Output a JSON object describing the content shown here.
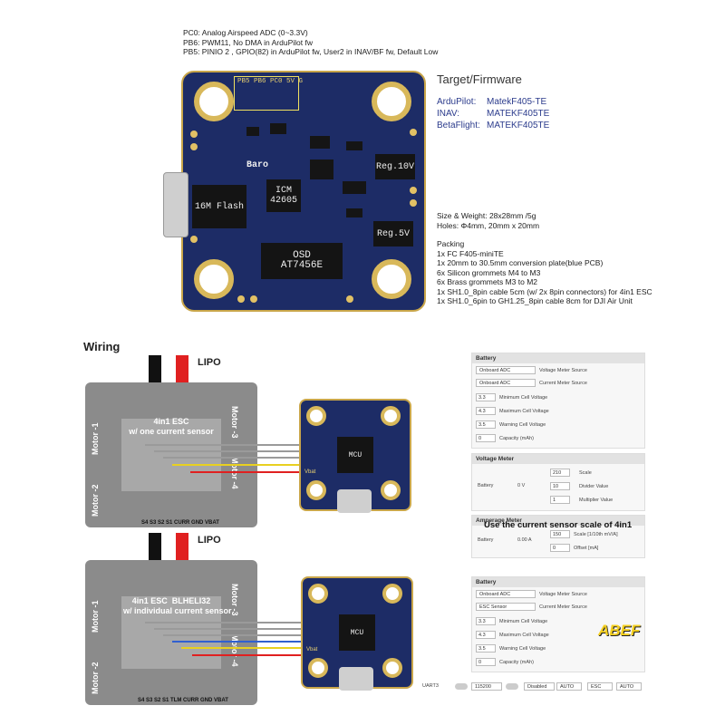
{
  "pin_notes": [
    "PC0: Analog Airspeed ADC (0~3.3V)",
    "PB6: PWM11, No DMA in ArduPilot fw",
    "PB5: PINIO 2 , GPIO(82) in ArduPilot fw, User2 in INAV/BF fw, Default Low"
  ],
  "board": {
    "pin_header": "PB5 PB6 PC0 5V G",
    "chips": {
      "baro": "Baro",
      "flash": "16M Flash",
      "imu": "ICM\n42605",
      "osd": "OSD\nAT7456E",
      "reg10": "Reg.10V",
      "reg5": "Reg.5V"
    }
  },
  "firmware": {
    "heading": "Target/Firmware",
    "rows": [
      {
        "key": "ArduPilot:",
        "value": "MatekF405-TE"
      },
      {
        "key": "INAV:",
        "value": "MATEKF405TE"
      },
      {
        "key": "BetaFlight:",
        "value": "MATEKF405TE"
      }
    ]
  },
  "specs": {
    "size_weight": "Size & Weight: 28x28mm /5g",
    "holes": "Holes: Φ4mm, 20mm x 20mm",
    "packing_title": "Packing",
    "packing": [
      "1x FC F405-miniTE",
      "1x 20mm to 30.5mm conversion plate(blue PCB)",
      "6x Silicon grommets M4 to M3",
      "6x Brass grommets M3 to M2",
      "1x SH1.0_8pin cable 5cm (w/ 2x 8pin connectors) for 4in1 ESC",
      "1x SH1.0_6pin to GH1.25_8pin cable 8cm for DJI Air Unit"
    ]
  },
  "wiring": {
    "heading": "Wiring",
    "lipo": "LIPO",
    "minus": "–",
    "plus": "+",
    "motors": [
      "Motor -1",
      "Motor -2",
      "Motor -3",
      "Motor -4"
    ],
    "esc1_label": "4in1 ESC\nw/ one current sensor",
    "esc2_label": "4in1 ESC  BLHELI32\nw/ individual current sensor",
    "esc1_pins": "S4 S3 S2 S1 CURR GND VBAT",
    "esc2_pins": "S4 S3 S2 S1 TLM CURR GND VBAT",
    "fc_label": "MCU",
    "fc_vbat": "Vbat",
    "current_scale_note": "Use the current sensor scale of 4in1",
    "watermark": "ABEF"
  },
  "config1": {
    "battery": {
      "title": "Battery",
      "rows": [
        {
          "value": "Onboard ADC",
          "label": "Voltage Meter Source"
        },
        {
          "value": "Onboard ADC",
          "label": "Current Meter Source"
        },
        {
          "value": "3.3",
          "label": "Minimum Cell Voltage"
        },
        {
          "value": "4.3",
          "label": "Maximum Cell Voltage"
        },
        {
          "value": "3.5",
          "label": "Warning Cell Voltage"
        },
        {
          "value": "0",
          "label": "Capacity (mAh)"
        }
      ]
    },
    "voltage": {
      "title": "Voltage Meter",
      "name": "Battery",
      "reading": "0 V",
      "rows": [
        {
          "value": "210",
          "label": "Scale"
        },
        {
          "value": "10",
          "label": "Divider Value"
        },
        {
          "value": "1",
          "label": "Multiplier Value"
        }
      ]
    },
    "amperage": {
      "title": "Amperage Meter",
      "name": "Battery",
      "reading": "0.00 A",
      "rows": [
        {
          "value": "150",
          "label": "Scale [1/10th mV/A]"
        },
        {
          "value": "0",
          "label": "Offset [mA]"
        }
      ]
    }
  },
  "config2": {
    "battery": {
      "title": "Battery",
      "rows": [
        {
          "value": "Onboard ADC",
          "label": "Voltage Meter Source"
        },
        {
          "value": "ESC Sensor",
          "label": "Current Meter Source"
        },
        {
          "value": "3.3",
          "label": "Minimum Cell Voltage"
        },
        {
          "value": "4.3",
          "label": "Maximum Cell Voltage"
        },
        {
          "value": "3.5",
          "label": "Warning Cell Voltage"
        },
        {
          "value": "0",
          "label": "Capacity (mAh)"
        }
      ]
    },
    "ports": [
      "UART3",
      "115200",
      "Disabled",
      "AUTO",
      "ESC",
      "AUTO"
    ]
  },
  "colors": {
    "pcb": "#1d2c66",
    "gold": "#d8b85a",
    "esc_gray": "#8b8b8b",
    "wire_red": "#e02020",
    "wire_yellow": "#e8d020",
    "wire_blue": "#3060d0",
    "firmware_blue": "#2b3b8c"
  }
}
